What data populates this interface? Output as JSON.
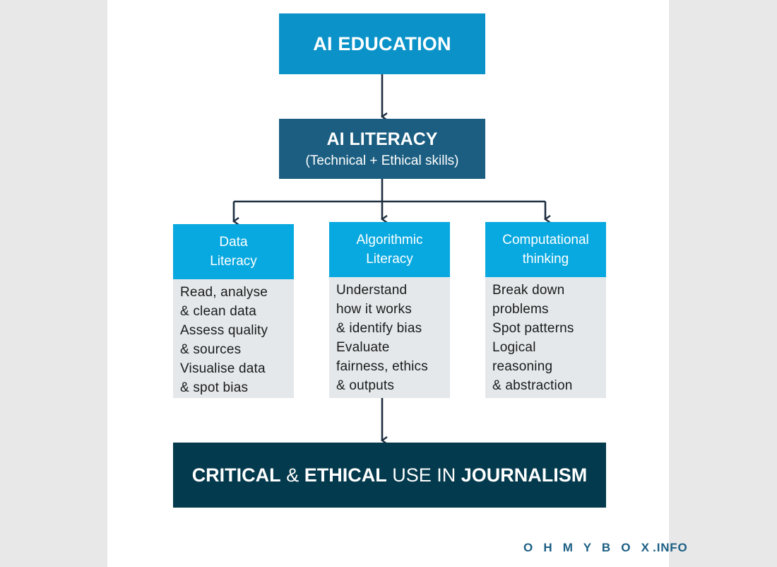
{
  "top": {
    "title": "AI EDUCATION"
  },
  "literacy": {
    "title": "AI LITERACY",
    "subtitle": "(Technical + Ethical skills)"
  },
  "columns": [
    {
      "heading_lines": [
        "Data",
        "Literacy"
      ],
      "items": [
        "Read, analyse",
        "& clean data",
        "Assess quality",
        "& sources",
        "Visualise data",
        "& spot bias"
      ]
    },
    {
      "heading_lines": [
        "Algorithmic",
        "Literacy"
      ],
      "items": [
        "Understand",
        "how it works",
        "& identify bias",
        "Evaluate",
        "fairness, ethics",
        "& outputs"
      ]
    },
    {
      "heading_lines": [
        "Computational",
        "thinking"
      ],
      "items": [
        "Break down",
        "problems",
        "Spot patterns",
        "Logical",
        "reasoning",
        "& abstraction"
      ]
    }
  ],
  "bottom": {
    "w1": "CRITICAL",
    "w2": "&",
    "w3": "ETHICAL",
    "w4": "USE IN",
    "w5": "JOURNALISM"
  },
  "footer": {
    "letters": "O H M Y B O X",
    "rest": ".INFO"
  },
  "colors": {
    "top": "#0b93c9",
    "literacy": "#1b5e81",
    "heading": "#08a9e0",
    "body": "#e4e8eb",
    "bottom": "#043a4d",
    "arrow": "#1e2f40",
    "footer": "#1c5f84"
  }
}
